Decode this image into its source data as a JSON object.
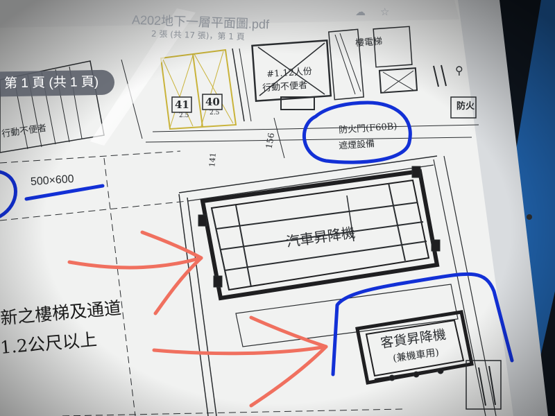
{
  "toolbar": {
    "file_title": "A202地下一層平面圖.pdf",
    "page_info": "2 張 (共 17 張)，第 1 頁",
    "page_pill": "第 1 頁 (共 1 頁)"
  },
  "icons": [
    "cloud-icon",
    "star-icon",
    "fire-extinguisher-icon"
  ],
  "drawing": {
    "slot_numbers": [
      "41",
      "40"
    ],
    "slot_sub": "2.5",
    "dimension_156": "156",
    "dimension_141": "141",
    "size_note": "500×600",
    "fire_door": "防火門(F60B)",
    "smoke_exhaust": "遮煙設備",
    "car_lift": "汽車昇降機",
    "passenger_lift": "客貨昇降機",
    "passenger_lift_sub": "(兼機車用)",
    "accessible_note_1": "#1.12人份",
    "accessible_note_2": "行動不便者",
    "stair_note": "行動不便者",
    "stair_text_1": "新之樓梯及通道",
    "stair_text_2": "1.2公尺以上",
    "label_top_right": "樓電梯",
    "label_fire": "防火"
  },
  "colors": {
    "paper": "#f1f2f1",
    "ink": "#2a2d30",
    "blue_marker": "#1230d6",
    "red_marker": "#f0705f"
  }
}
